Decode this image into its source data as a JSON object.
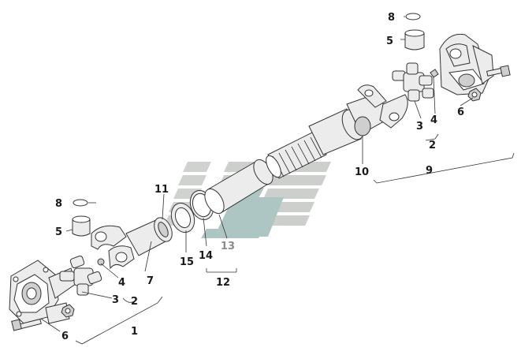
{
  "labels": {
    "l1": "1",
    "l2a": "2",
    "l2b": "2",
    "l3a": "3",
    "l3b": "3",
    "l4a": "4",
    "l4b": "4",
    "l5a": "5",
    "l5b": "5",
    "l6a": "6",
    "l6b": "6",
    "l7": "7",
    "l8a": "8",
    "l8b": "8",
    "l9": "9",
    "l10": "10",
    "l11": "11",
    "l12": "12",
    "l13": "13",
    "l14": "14",
    "l15": "15"
  },
  "colors": {
    "watermark_grey": "#c8cbc8",
    "watermark_teal": "#9fbdb9",
    "line": "#333333",
    "part_fill": "#ececec"
  },
  "watermark": {
    "icon": "company-logo-mark"
  }
}
